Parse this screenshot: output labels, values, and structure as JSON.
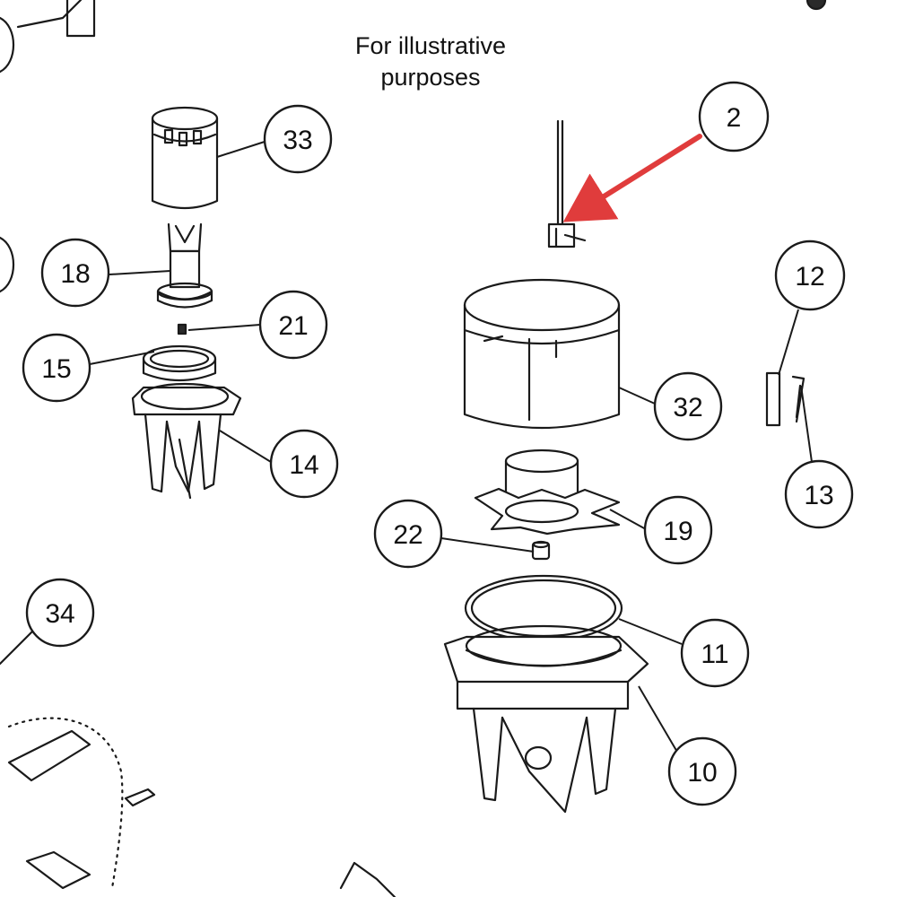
{
  "caption": {
    "line1": "For illustrative",
    "line2": "purposes"
  },
  "highlight_color": "#e03c3c",
  "callouts": {
    "c2": "2",
    "c33": "33",
    "c18": "18",
    "c21": "21",
    "c15": "15",
    "c14": "14",
    "c12": "12",
    "c13": "13",
    "c32": "32",
    "c19": "19",
    "c22": "22",
    "c11": "11",
    "c10": "10",
    "c34": "34"
  },
  "highlighted_part": "2"
}
